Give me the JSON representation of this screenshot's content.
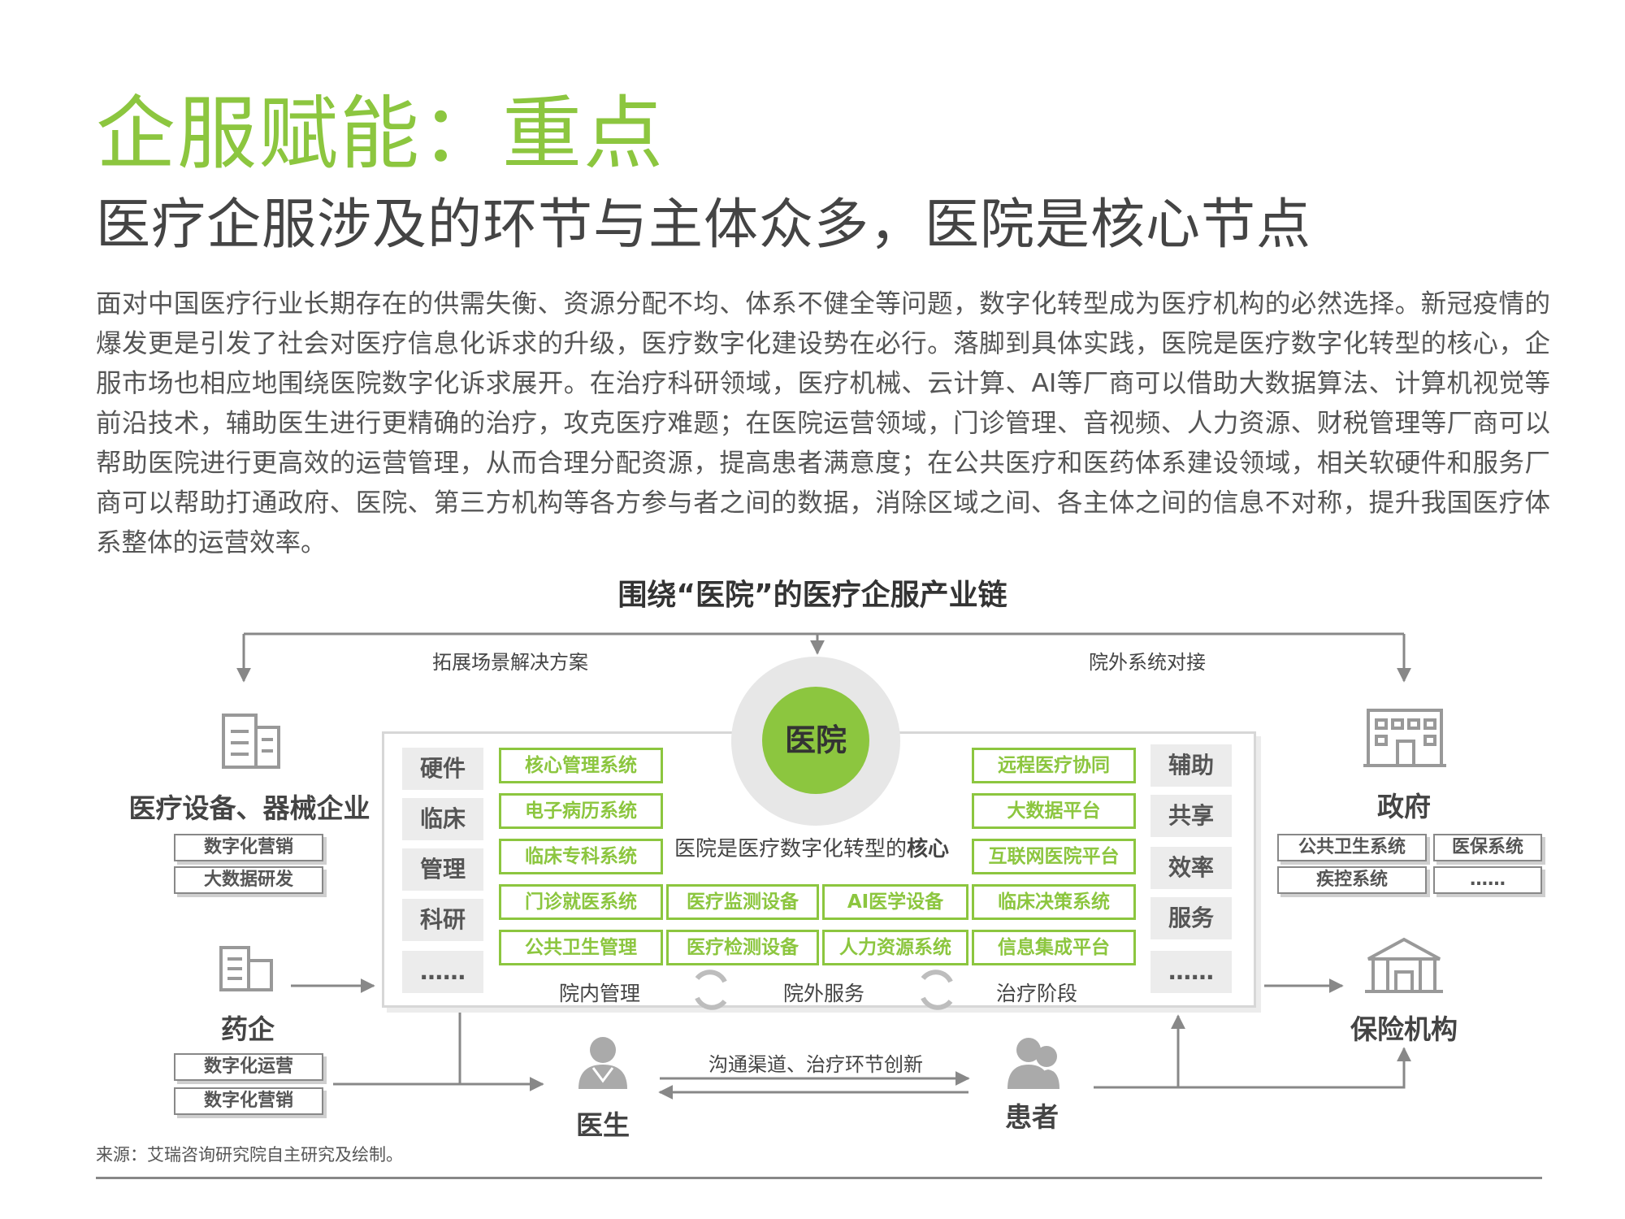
{
  "title": "企服赋能：重点",
  "subtitle": "医疗企服涉及的环节与主体众多，医院是核心节点",
  "body_text": "面对中国医疗行业长期存在的供需失衡、资源分配不均、体系不健全等问题，数字化转型成为医疗机构的必然选择。新冠疫情的爆发更是引发了社会对医疗信息化诉求的升级，医疗数字化建设势在必行。落脚到具体实践，医院是医疗数字化转型的核心，企服市场也相应地围绕医院数字化诉求展开。在治疗科研领域，医疗机械、云计算、AI等厂商可以借助大数据算法、计算机视觉等前沿技术，辅助医生进行更精确的治疗，攻克医疗难题；在医院运营领域，门诊管理、音视频、人力资源、财税管理等厂商可以帮助医院进行更高效的运营管理，从而合理分配资源，提高患者满意度；在公共医疗和医药体系建设领域，相关软硬件和服务厂商可以帮助打通政府、医院、第三方机构等各方参与者之间的数据，消除区域之间、各主体之间的信息不对称，提升我国医疗体系整体的运营效率。",
  "diagram": {
    "title": "围绕“医院”的医疗企服产业链",
    "top_left_label": "拓展场景解决方案",
    "top_right_label": "院外系统对接",
    "hospital": "医院",
    "center_text_prefix": "医院是医疗数字化转型的",
    "center_text_bold": "核心",
    "left_column": [
      "硬件",
      "临床",
      "管理",
      "科研",
      "……"
    ],
    "right_column": [
      "辅助",
      "共享",
      "效率",
      "服务",
      "……"
    ],
    "systems": {
      "core_mgmt": "核心管理系统",
      "emr": "电子病历系统",
      "clinical_specialty": "临床专科系统",
      "outpatient": "门诊就医系统",
      "public_health": "公共卫生管理",
      "monitoring": "医疗监测设备",
      "testing": "医疗检测设备",
      "ai_device": "AI医学设备",
      "hr": "人力资源系统",
      "telemedicine": "远程医疗协同",
      "bigdata": "大数据平台",
      "internet_hospital": "互联网医院平台",
      "clinical_decision": "临床决策系统",
      "info_integration": "信息集成平台"
    },
    "stage_labels": [
      "院内管理",
      "院外服务",
      "治疗阶段"
    ],
    "entities": {
      "device_company": {
        "name": "医疗设备、器械企业",
        "tags": [
          "数字化营销",
          "大数据研发"
        ]
      },
      "pharma": {
        "name": "药企",
        "tags": [
          "数字化运营",
          "数字化营销"
        ]
      },
      "government": {
        "name": "政府",
        "tags": [
          "公共卫生系统",
          "医保系统",
          "疾控系统",
          "……"
        ]
      },
      "insurance": {
        "name": "保险机构"
      },
      "doctor": {
        "name": "医生"
      },
      "patient": {
        "name": "患者"
      }
    },
    "doctor_patient_label": "沟通渠道、治疗环节创新"
  },
  "source": "来源：艾瑞咨询研究院自主研究及绘制。",
  "colors": {
    "accent": "#8cc63f",
    "text": "#444444",
    "gray_fill": "#ececec",
    "line": "#888888"
  }
}
